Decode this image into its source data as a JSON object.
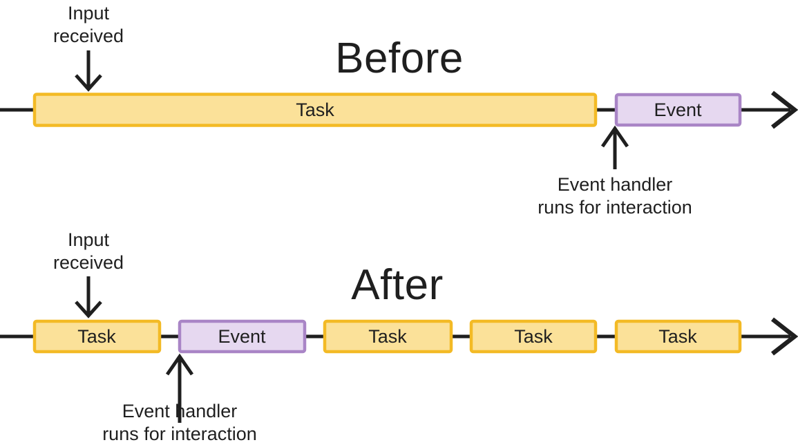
{
  "colors": {
    "ink": "#1f1f1f",
    "task_fill": "#FBE199",
    "task_border": "#F3BA25",
    "event_fill": "#E6D8F0",
    "event_border": "#A985C6",
    "background": "#FFFFFF"
  },
  "before": {
    "title": "Before",
    "input_label": {
      "line1": "Input",
      "line2": "received"
    },
    "handler_label": {
      "line1": "Event handler",
      "line2": "runs for interaction"
    },
    "timeline": [
      {
        "label": "Task",
        "type": "task"
      },
      {
        "label": "Event",
        "type": "event"
      }
    ]
  },
  "after": {
    "title": "After",
    "input_label": {
      "line1": "Input",
      "line2": "received"
    },
    "handler_label": {
      "line1": "Event handler",
      "line2": "runs for interaction"
    },
    "timeline": [
      {
        "label": "Task",
        "type": "task"
      },
      {
        "label": "Event",
        "type": "event"
      },
      {
        "label": "Task",
        "type": "task"
      },
      {
        "label": "Task",
        "type": "task"
      },
      {
        "label": "Task",
        "type": "task"
      }
    ]
  }
}
